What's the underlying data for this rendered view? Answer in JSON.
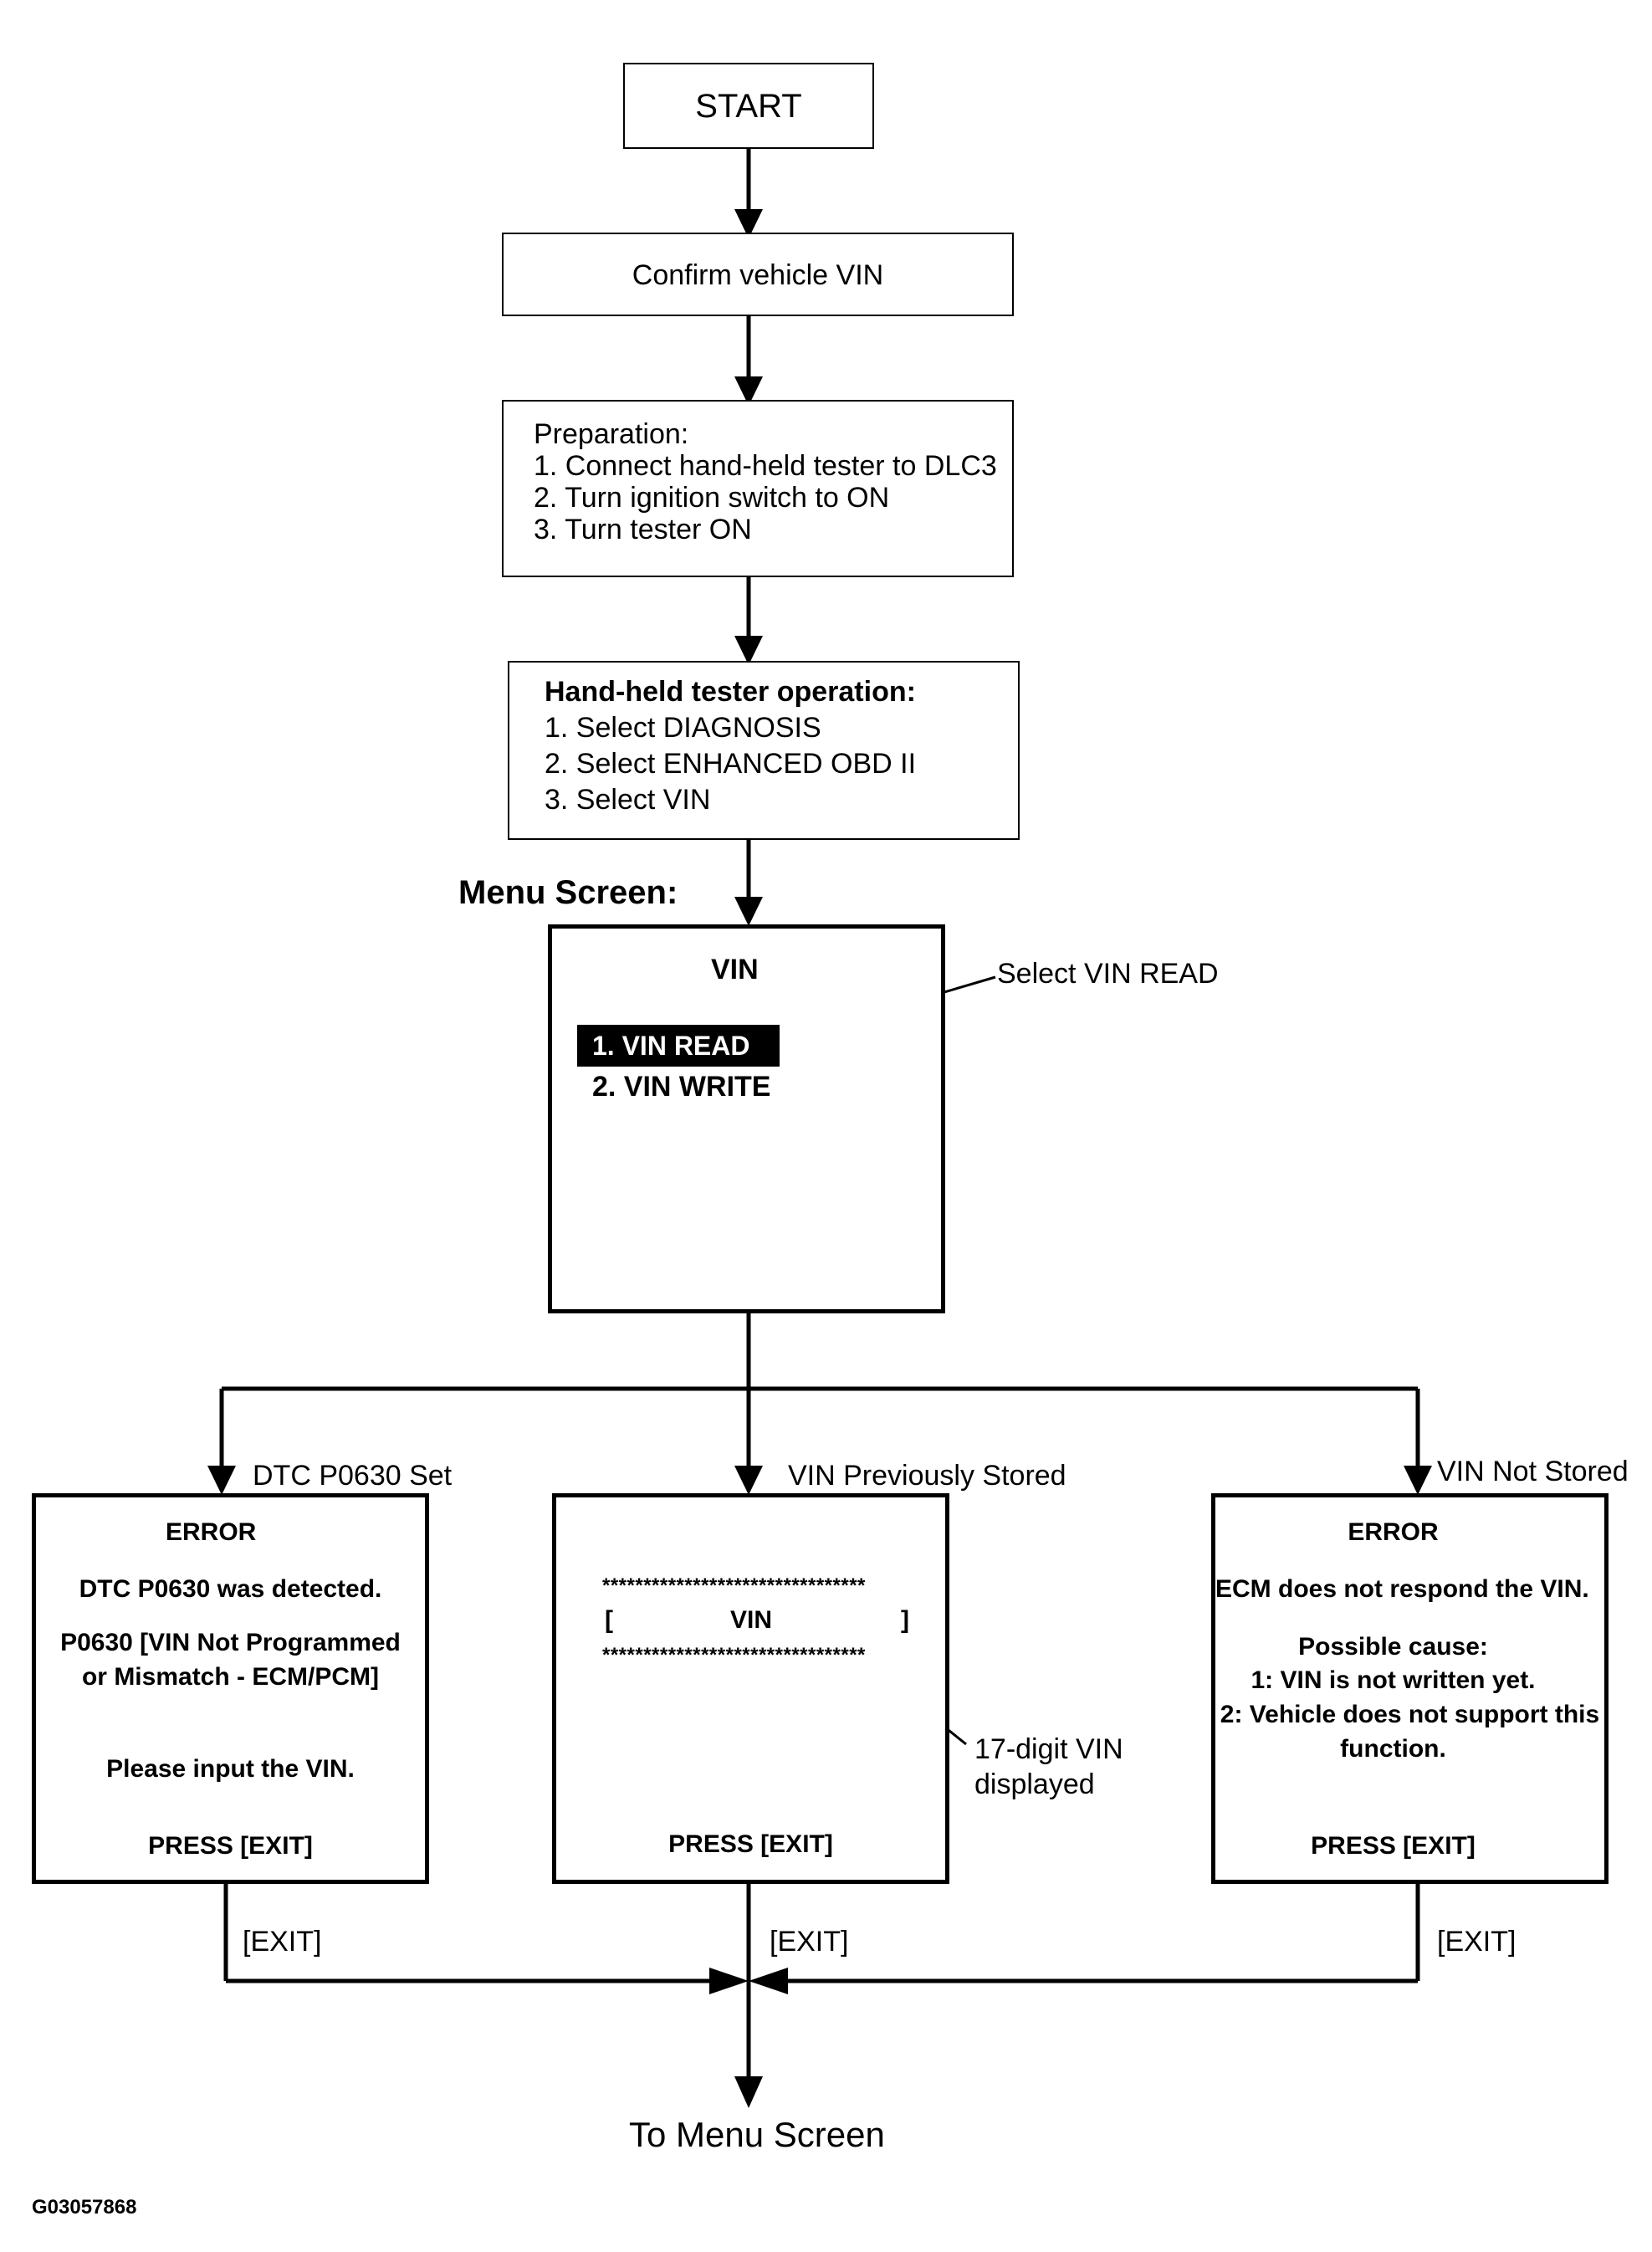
{
  "start": "START",
  "confirm": "Confirm vehicle VIN",
  "preparation": {
    "title": "Preparation:",
    "steps": [
      "1. Connect hand-held tester to DLC3",
      "2. Turn ignition switch to ON",
      "3. Turn tester ON"
    ]
  },
  "tester_operation": {
    "title": "Hand-held tester operation:",
    "steps": [
      "1. Select DIAGNOSIS",
      "2. Select ENHANCED OBD II",
      "3. Select VIN"
    ]
  },
  "menu_screen": {
    "heading": "Menu Screen:",
    "title": "VIN",
    "item1": "1. VIN READ",
    "item2": "2. VIN WRITE",
    "callout": "Select VIN READ"
  },
  "branches": {
    "left_label": "DTC P0630 Set",
    "middle_label": "VIN Previously Stored",
    "right_label": "VIN Not Stored"
  },
  "left_screen": {
    "title": "ERROR",
    "line1": "DTC P0630 was detected.",
    "line2": "P0630  [VIN Not Programmed",
    "line3": "or Mismatch - ECM/PCM]",
    "line4": "Please input the VIN.",
    "press": "PRESS [EXIT]"
  },
  "middle_screen": {
    "stars_top": "********************************",
    "bracket_left": "[",
    "vin": "VIN",
    "bracket_right": "]",
    "stars_bottom": "********************************",
    "press": "PRESS [EXIT]",
    "callout_line1": "17-digit VIN",
    "callout_line2": "displayed"
  },
  "right_screen": {
    "title": "ERROR",
    "line1": "ECM does not respond the VIN.",
    "line2": "Possible cause:",
    "line3": "1: VIN is not written yet.",
    "line4": "2: Vehicle does not support this",
    "line5": "function.",
    "press": "PRESS [EXIT]"
  },
  "exit_labels": {
    "left": "[EXIT]",
    "middle": "[EXIT]",
    "right": "[EXIT]"
  },
  "end": "To Menu Screen",
  "figure_id": "G03057868"
}
